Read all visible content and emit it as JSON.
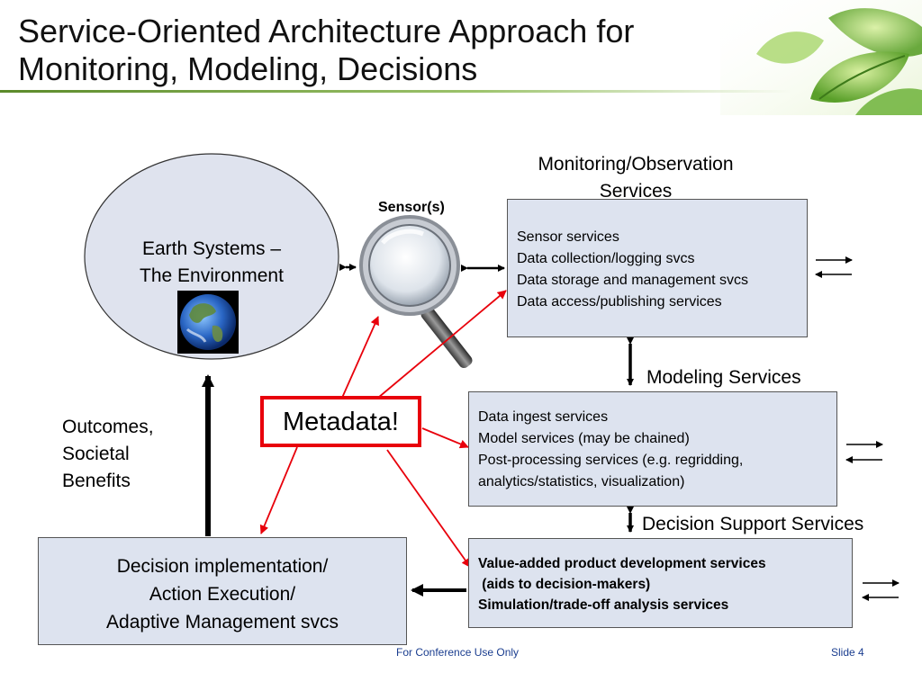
{
  "slide": {
    "title_line1": "Service-Oriented Architecture Approach for",
    "title_line2": "Monitoring, Modeling, Decisions",
    "footer_center": "For Conference Use Only",
    "footer_right": "Slide 4"
  },
  "earth": {
    "label_line1": "Earth Systems –",
    "label_line2": "The Environment"
  },
  "sensor": {
    "label": "Sensor(s)"
  },
  "monitoring": {
    "heading_line1": "Monitoring/Observation",
    "heading_line2": "Services",
    "items": [
      "Sensor services",
      "Data collection/logging svcs",
      "Data storage and management svcs",
      "Data access/publishing services"
    ]
  },
  "modeling": {
    "heading": "Modeling Services",
    "items": [
      "Data ingest services",
      "Model services (may be chained)",
      "Post-processing services (e.g. regridding,",
      "analytics/statistics, visualization)"
    ]
  },
  "decision_support": {
    "heading": "Decision Support Services",
    "items": [
      "Value-added product development services",
      " (aids to decision-makers)",
      "Simulation/trade-off analysis services"
    ]
  },
  "decision_impl": {
    "line1": "Decision implementation/",
    "line2": "Action Execution/",
    "line3": "Adaptive Management svcs"
  },
  "outcomes": {
    "line1": "Outcomes,",
    "line2": "Societal",
    "line3": "Benefits"
  },
  "metadata": {
    "label": "Metadata!"
  },
  "colors": {
    "box_fill": "#dde3ef",
    "ellipse_fill": "#dfe3ee",
    "metadata_red": "#e8000b",
    "footer_blue": "#1a3d8f"
  }
}
